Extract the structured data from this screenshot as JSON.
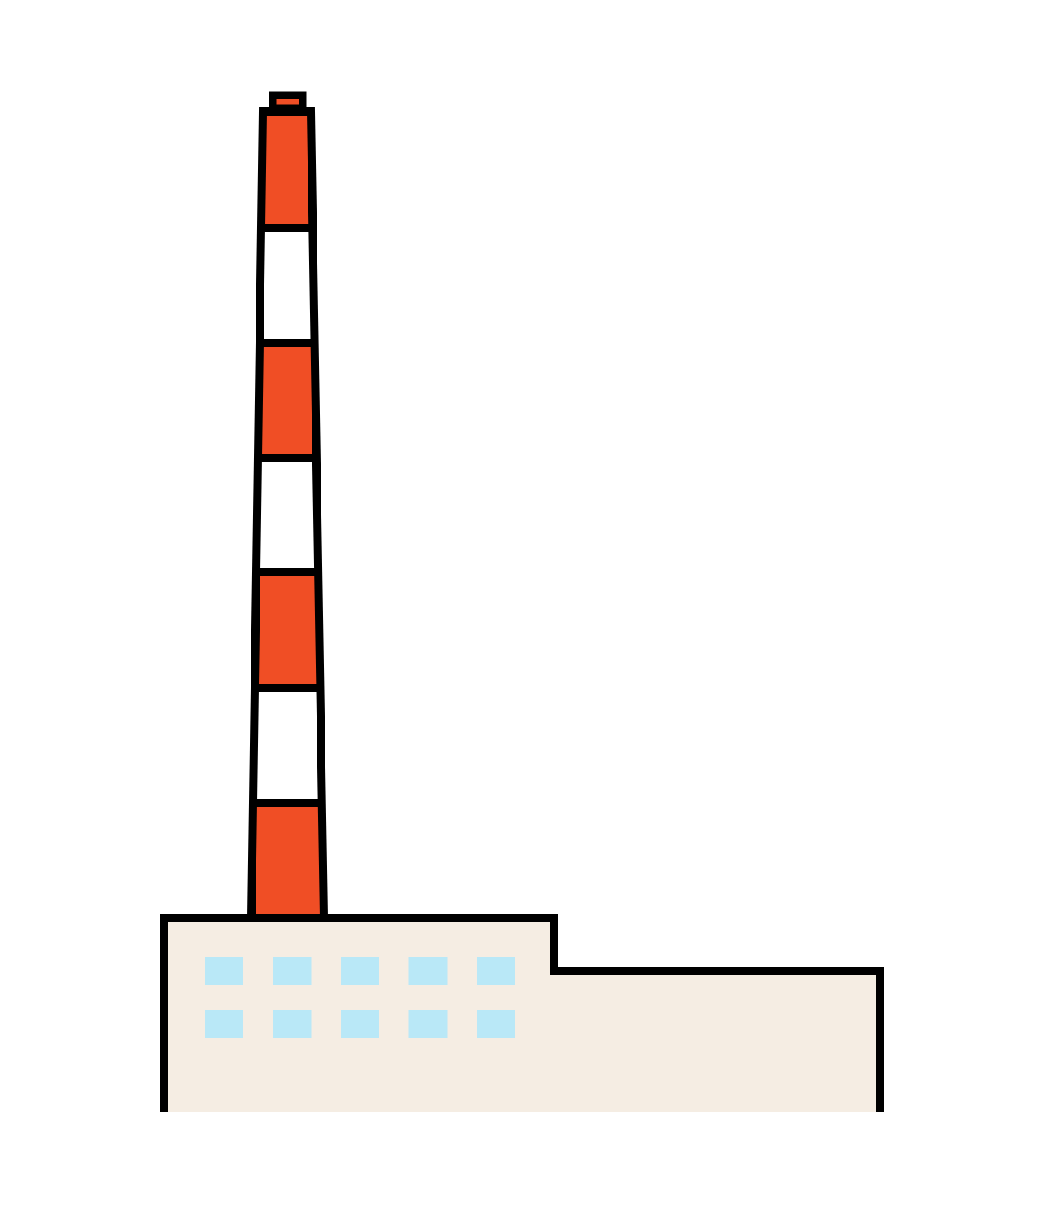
{
  "scene": {
    "subject": "factory-with-chimney",
    "colors": {
      "background": "#ffffff",
      "outline": "#000000",
      "chimney_red": "#f04e25",
      "chimney_white": "#ffffff",
      "building_fill": "#f5ede3",
      "window_fill": "#b9e8f7"
    },
    "chimney": {
      "stripe_pattern": [
        "red",
        "white",
        "red",
        "white",
        "red",
        "white",
        "red"
      ]
    },
    "building": {
      "window_rows": 2,
      "window_columns": 5
    }
  }
}
